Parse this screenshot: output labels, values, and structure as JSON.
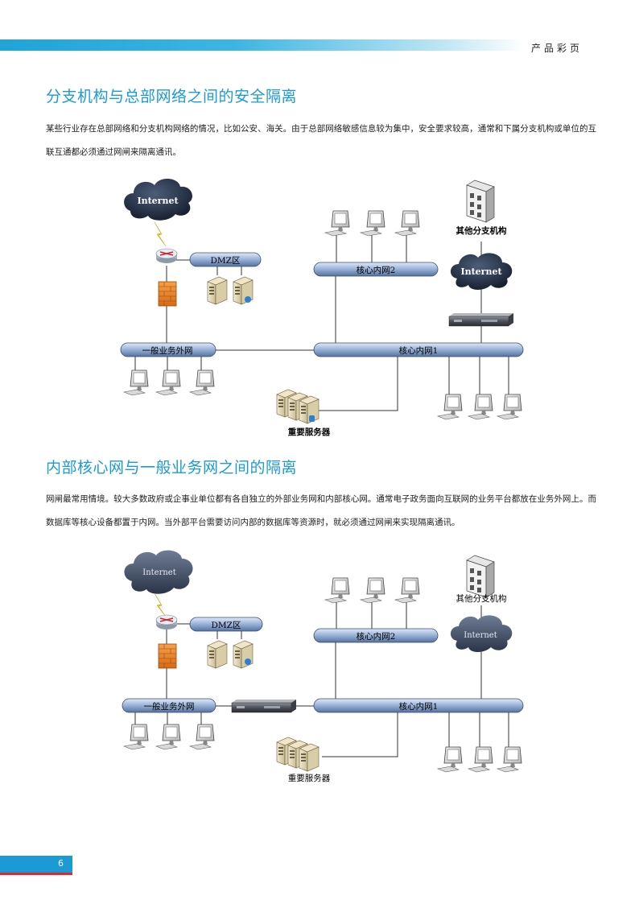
{
  "header": {
    "label": "产品彩页"
  },
  "section1": {
    "title": "分支机构与总部网络之间的安全隔离",
    "paragraph": "某些行业存在总部网络和分支机构网络的情况，比如公安、海关。由于总部网络敏感信息较为集中，安全要求较高，通常和下属分支机构或单位的互联互通都必须通过网闸来隔离通讯。",
    "diagram": {
      "internet_left": "Internet",
      "internet_right": "Internet",
      "dmz": "DMZ区",
      "general_net": "一般业务外网",
      "core_net1": "核心内网1",
      "core_net2": "核心内网2",
      "branch": "其他分支机构",
      "servers": "重要服务器"
    }
  },
  "section2": {
    "title": "内部核心网与一般业务网之间的隔离",
    "paragraph": "网闸最常用情境。较大多数政府或企事业单位都有各自独立的外部业务网和内部核心网。通常电子政务面向互联网的业务平台都放在业务外网上。而数据库等核心设备都置于内网。当外部平台需要访问内部的数据库等资源时，就必须通过网闸来实现隔离通讯。",
    "diagram": {
      "internet_left": "Internet",
      "internet_right": "Internet",
      "dmz": "DMZ区",
      "general_net": "一般业务外网",
      "core_net1": "核心内网1",
      "core_net2": "核心内网2",
      "branch": "其他分支机构",
      "servers": "重要服务器"
    }
  },
  "footer": {
    "page_number": "6"
  }
}
